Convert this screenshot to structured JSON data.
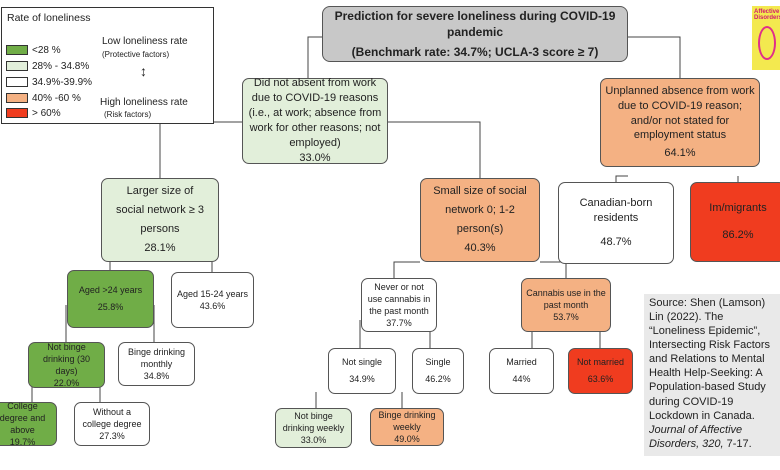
{
  "legend": {
    "title": "Rate of loneliness",
    "items": [
      {
        "label": "<28 %",
        "color": "#70ad47"
      },
      {
        "label": "28% - 34.8%",
        "color": "#e2efda"
      },
      {
        "label": "34.9%-39.9%",
        "color": "#ffffff"
      },
      {
        "label": "40% -60 %",
        "color": "#f4b183"
      },
      {
        "label": "> 60%",
        "color": "#f03c1f"
      }
    ],
    "low_label": "Low loneliness rate",
    "low_sub": "(Protective factors)",
    "high_label": "High loneliness rate",
    "high_sub": "(Risk factors)",
    "arrow": "↕"
  },
  "root": {
    "title": "Prediction for severe loneliness during COVID-19 pandemic",
    "benchmark": "(Benchmark rate: 34.7%; UCLA-3 score ≥ 7)"
  },
  "nodes": {
    "work_yes": {
      "text": "Did not absent from work due to COVID-19 reasons (i.e., at work; absence from work for other reasons; not employed)",
      "pct": "33.0%"
    },
    "work_no": {
      "text": "Unplanned absence from work due to COVID-19 reason; and/or not stated for employment status",
      "pct": "64.1%"
    },
    "large_net": {
      "text": "Larger size of social network ≥ 3 persons",
      "pct": "28.1%"
    },
    "small_net": {
      "text": "Small size of social network 0; 1-2 person(s)",
      "pct": "40.3%"
    },
    "canadian": {
      "text": "Canadian-born residents",
      "pct": "48.7%"
    },
    "immigrants": {
      "text": "Im/migrants",
      "pct": "86.2%"
    },
    "aged_over24": {
      "text": "Aged >24 years",
      "pct": "25.8%"
    },
    "aged_15_24": {
      "text": "Aged 15-24 years",
      "pct": "43.6%"
    },
    "never_cannabis": {
      "text": "Never or not use cannabis in the past month",
      "pct": "37.7%"
    },
    "cannabis_use": {
      "text": "Cannabis use in the past month",
      "pct": "53.7%"
    },
    "not_binge30": {
      "text": "Not binge drinking (30 days)",
      "pct": "22.0%"
    },
    "binge_monthly": {
      "text": "Binge drinking monthly",
      "pct": "34.8%"
    },
    "not_single": {
      "text": "Not single",
      "pct": "34.9%"
    },
    "single": {
      "text": "Single",
      "pct": "46.2%"
    },
    "married": {
      "text": "Married",
      "pct": "44%"
    },
    "not_married": {
      "text": "Not married",
      "pct": "63.6%"
    },
    "college": {
      "text": "College degree and above",
      "pct": "19.7%"
    },
    "no_college": {
      "text": "Without a college degree",
      "pct": "27.3%"
    },
    "not_binge_weekly": {
      "text": "Not binge drinking weekly",
      "pct": "33.0%"
    },
    "binge_weekly": {
      "text": "Binge drinking weekly",
      "pct": "49.0%"
    }
  },
  "source": {
    "pre": "Source: Shen (Lamson) Lin (2022). The “Loneliness Epidemic”, Intersecting Risk Factors and Relations to Mental Health Help-Seeking: A Population-based Study during COVID-19 Lockdown in Canada.",
    "journal": "Journal of Affective Disorders, 320,",
    "pages": "7-17."
  },
  "cover": {
    "title": "Affective Disorders"
  }
}
